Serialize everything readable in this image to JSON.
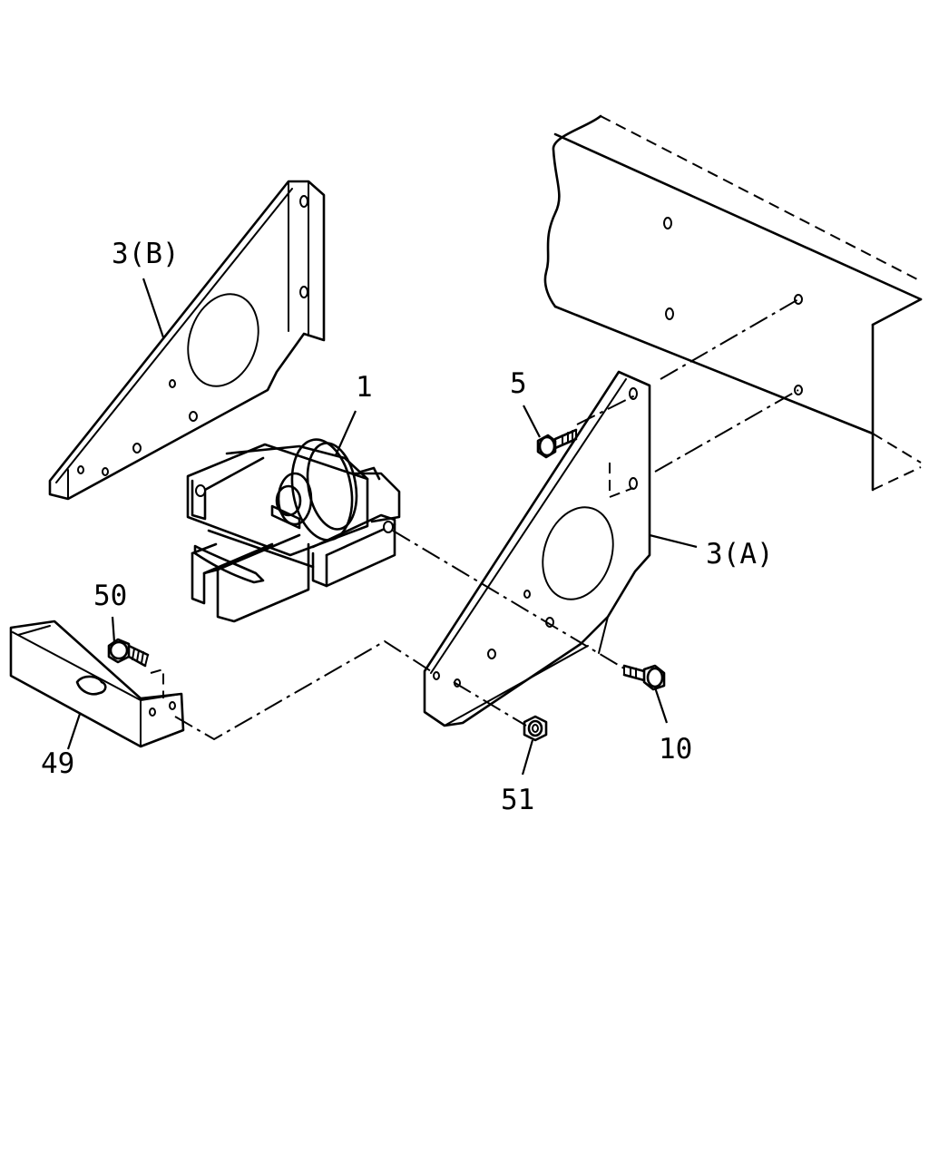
{
  "diagram": {
    "callouts": [
      {
        "id": "c1",
        "text": "1"
      },
      {
        "id": "c3a",
        "text": "3(A)"
      },
      {
        "id": "c3b",
        "text": "3(B)"
      },
      {
        "id": "c5",
        "text": "5"
      },
      {
        "id": "c10",
        "text": "10"
      },
      {
        "id": "c49",
        "text": "49"
      },
      {
        "id": "c50",
        "text": "50"
      },
      {
        "id": "c51",
        "text": "51"
      }
    ]
  }
}
